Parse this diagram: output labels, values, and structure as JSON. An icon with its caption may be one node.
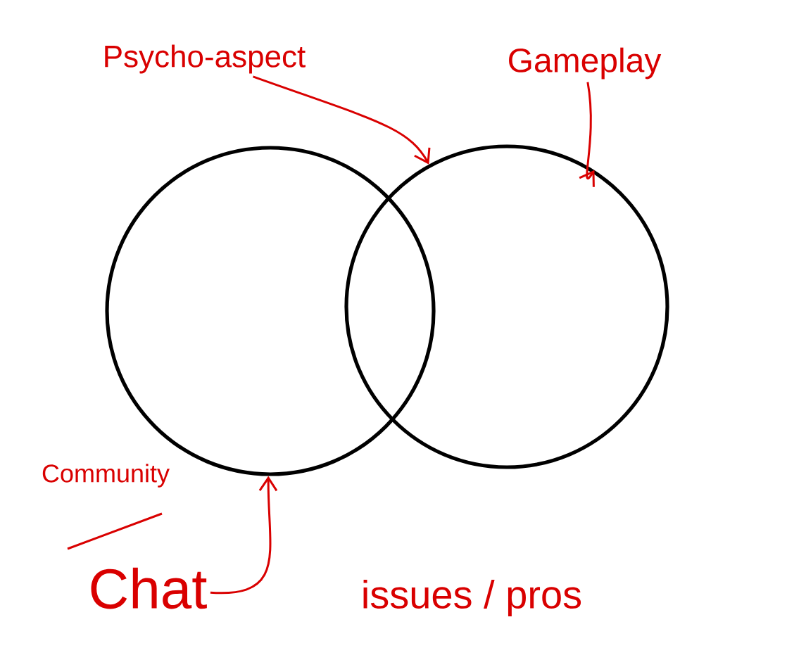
{
  "diagram": {
    "nodes": [
      {
        "text": [],
        "shape": "circle"
      },
      {
        "text": [],
        "shape": "circle"
      },
      {
        "text": [
          "Psycho-aspect"
        ]
      },
      {
        "text": [
          "Gameplay"
        ]
      },
      {
        "text": [
          "Chat"
        ]
      }
    ],
    "edges": [
      {
        "from": 2,
        "to": 1,
        "arrow": "to"
      },
      {
        "from": 3,
        "to": 1,
        "arrow": "to"
      },
      {
        "from": 4,
        "to": 0,
        "arrow": "to"
      }
    ],
    "labels": [
      "Community",
      "issues / pros"
    ]
  }
}
